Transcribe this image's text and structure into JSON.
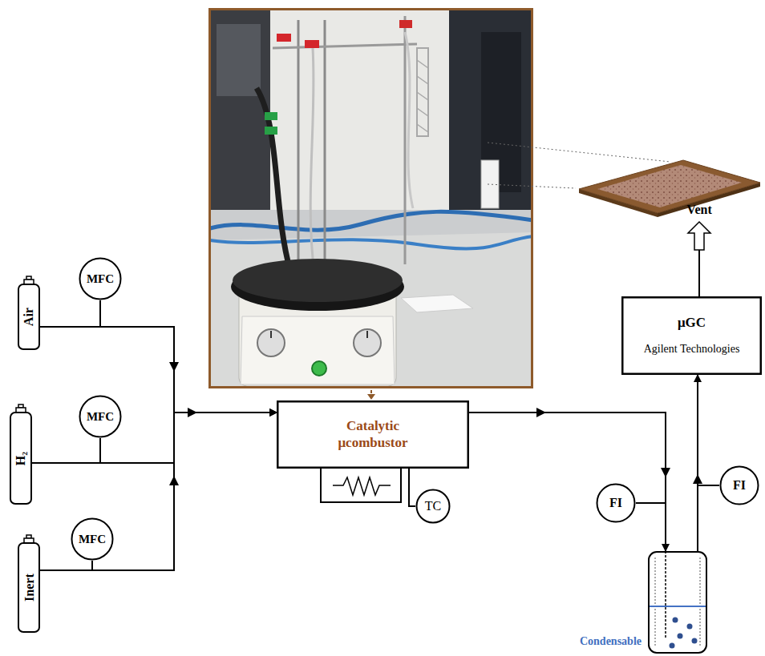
{
  "diagram": {
    "nodes": [
      {
        "text": [
          "Air"
        ]
      },
      {
        "text": [
          "MFC"
        ]
      },
      {
        "text": [
          "H₂"
        ]
      },
      {
        "text": [
          "MFC"
        ]
      },
      {
        "text": [
          "Inert"
        ]
      },
      {
        "text": [
          "MFC"
        ]
      },
      {
        "text": [
          "Catalytic μcombustor"
        ]
      },
      {
        "text": [
          "TC"
        ]
      },
      {
        "text": [
          "μGC",
          "Agilent Technologies"
        ]
      },
      {
        "text": [
          "FI"
        ]
      },
      {
        "text": [
          "FI"
        ]
      },
      {
        "text": [
          "Condensable"
        ]
      }
    ],
    "edges": [
      {
        "from": 0,
        "to": 6,
        "arrow": "to"
      },
      {
        "from": 2,
        "to": 6,
        "arrow": "to"
      },
      {
        "from": 4,
        "to": 6,
        "arrow": "to"
      },
      {
        "from": 6,
        "to": 11,
        "arrow": "to"
      },
      {
        "from": 11,
        "to": 8,
        "arrow": "to"
      },
      {
        "from": 6,
        "to": 7,
        "arrow": "none"
      }
    ],
    "labels": [
      "Vent"
    ]
  }
}
